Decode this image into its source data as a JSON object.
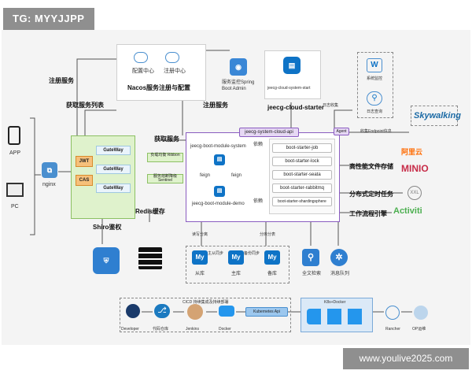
{
  "watermark_top": "TG: MYYJJPP",
  "watermark_bottom": "www.youlive2025.com",
  "clients": {
    "app": "APP",
    "pc": "PC"
  },
  "gateway": {
    "nginx": "nginx",
    "jwt": "JWT",
    "cas": "CAS",
    "gateways": [
      "GateWay",
      "GateWay",
      "GateWay"
    ],
    "shiro": "Shiro鉴权"
  },
  "nacos": {
    "title": "Nacos服务注册与配置",
    "config": "配置中心",
    "register": "注册中心"
  },
  "edges": {
    "register_left": "注册服务",
    "fetch_list": "获取服务列表",
    "register_right": "注册服务",
    "fetch_service": "获取服务",
    "redis_cache": "Redis缓存",
    "read_split_left": "读写分离",
    "read_split_right": "分库分表",
    "log_collect": "日志收集",
    "endpoint": "收集Endpoint信息",
    "depends_top": "依赖",
    "depends_bottom": "依赖",
    "feign_left": "feign",
    "feign_right": "feign"
  },
  "boot_admin": "服务监控Spring Boot Admin",
  "starter": {
    "icon_label": "jeecg-cloud-system-start",
    "title": "jeecg-cloud-starter"
  },
  "cloud_api": {
    "title": "jeecg-system-cloud-api",
    "module_system": "jeecg-boot-module-system",
    "module_demo": "jeecg-boot-module-demo",
    "starters": [
      "boot-starter-job",
      "boot-starter-lock",
      "boot-starter-seata",
      "boot-starter-rabbitmq",
      "boot-starter-shardingsphere"
    ]
  },
  "ribbon": "负载均衡 Ribbon",
  "sentinel": "服务熔断降级 Sentinel",
  "agent": "Agent",
  "monitor": {
    "system_monitor": "系统监控",
    "log_query": "日志查询",
    "skywalking": "Skywalking"
  },
  "storage": {
    "label": "高性能文件存储",
    "aliyun": "阿里云",
    "minio": "MINIO"
  },
  "tasks": {
    "label": "分布式定时任务",
    "xxl": "XXL"
  },
  "workflow": {
    "label": "工作流程引擎",
    "activiti": "Activiti"
  },
  "db": {
    "slave": "从库",
    "master": "主库",
    "backup": "备库",
    "master_slave": "主从同步",
    "backup_sync": "备份同步",
    "my_label": "My"
  },
  "search": {
    "es": "全文检索",
    "mq": "消息队列"
  },
  "cicd": {
    "title": "CICD 持续集成及持续部署",
    "developer": "Developer",
    "git": "代码仓库",
    "jenkins": "Jenkins",
    "docker": "Docker",
    "k8s_api": "Kubernetes Api",
    "k8s_docker": "K8s+Docker",
    "rancher": "Rancher",
    "op": "OP运维"
  },
  "colors": {
    "primary_blue": "#0e73c6",
    "accent_purple": "#8a5cc0",
    "gateway_green": "#dff2cc",
    "orange": "#f6c07a",
    "activiti_green": "#4caf50"
  }
}
